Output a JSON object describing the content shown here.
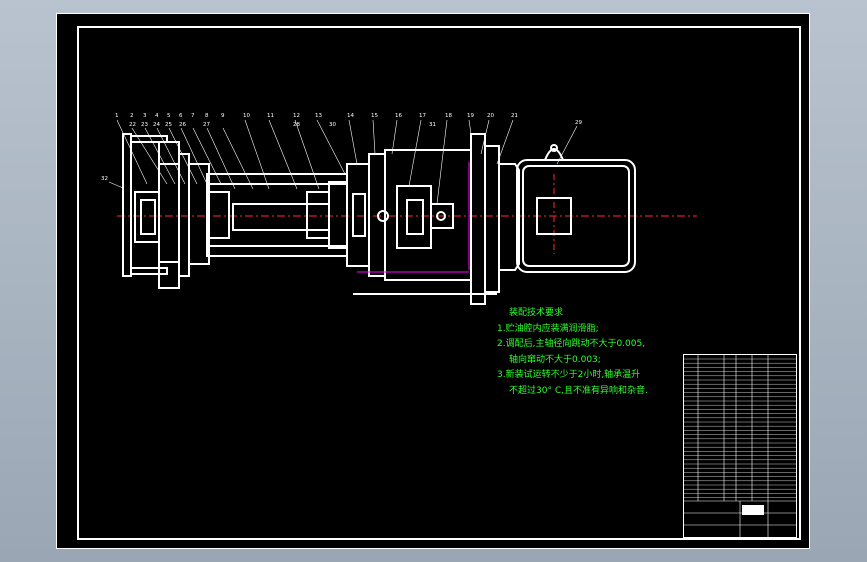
{
  "colors": {
    "background": "#000000",
    "lines": "#ffffff",
    "notes": "#2dff2d",
    "centerline": "#ff2a2a",
    "hidden": "#ff00ff"
  },
  "balloons": [
    "1",
    "2",
    "3",
    "4",
    "5",
    "6",
    "7",
    "8",
    "9",
    "10",
    "11",
    "12",
    "13",
    "14",
    "15",
    "16",
    "17",
    "18",
    "19",
    "20",
    "21",
    "22",
    "23",
    "24",
    "25",
    "26",
    "27",
    "28",
    "29",
    "30",
    "31",
    "32"
  ],
  "notes": {
    "title": "装配技术要求",
    "line1": "1.贮油腔内应装满润滑脂;",
    "line2": "2.调配后,主轴径向跳动不大于0.005,",
    "line2b": "轴向窜动不大于0.003;",
    "line3": "3.新装试运转不少于2小时,轴承温升",
    "line3b": "不超过30° C,且不准有异响和杂音."
  }
}
